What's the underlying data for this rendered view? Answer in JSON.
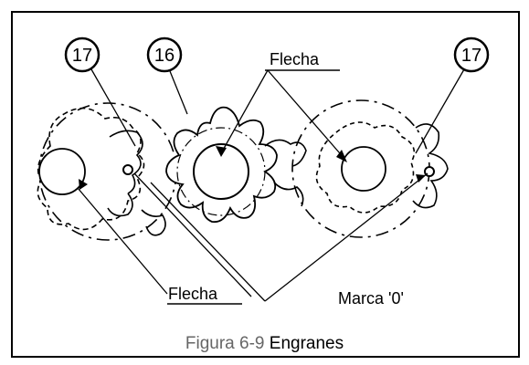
{
  "callouts": {
    "left_17": "17",
    "center_16": "16",
    "right_17": "17"
  },
  "labels": {
    "flecha_top": "Flecha",
    "flecha_bottom": "Flecha",
    "marca": "Marca '0'"
  },
  "caption": {
    "number": "Figura 6-9",
    "title": "Engranes"
  },
  "colors": {
    "line": "#000000",
    "caption_number": "#666666"
  }
}
